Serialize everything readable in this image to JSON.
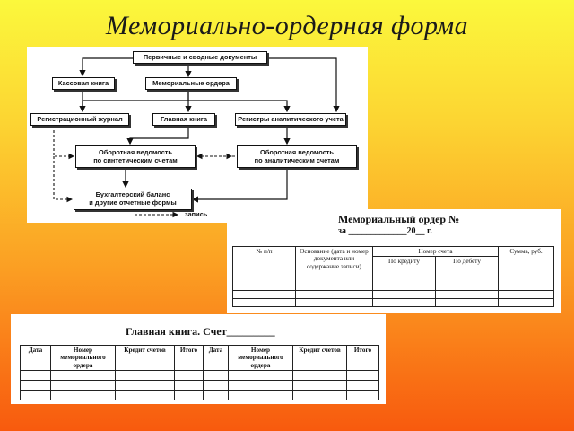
{
  "title": "Мемориально-ордерная форма",
  "flowchart": {
    "nodes": {
      "primary": "Первичные и сводные документы",
      "cash_book": "Кассовая книга",
      "memorial_orders": "Мемориальные ордера",
      "registration_journal": "Регистрационный журнал",
      "general_ledger": "Главная книга",
      "analytic_registers": "Регистры аналитического учета",
      "synthetic_turnover_l1": "Оборотная ведомость",
      "synthetic_turnover_l2": "по синтетическим счетам",
      "analytic_turnover_l1": "Оборотная ведомость",
      "analytic_turnover_l2": "по аналитическим счетам",
      "balance_l1": "Бухгалтерский баланс",
      "balance_l2": "и другие отчетные формы"
    },
    "legend": "запись"
  },
  "memorial_order": {
    "title_line1": "Мемориальный ордер №",
    "title_line2": "за _____________20__ г.",
    "headers": {
      "num": "№ п/п",
      "basis": "Основание (дата и номер документа или содержание записи)",
      "account_number": "Номер счета",
      "credit": "По кредиту",
      "debit": "По дебету",
      "sum": "Сумма, руб."
    }
  },
  "general_ledger": {
    "title": "Главная книга. Счет_________",
    "headers": [
      "Дата",
      "Номер мемориального ордера",
      "Кредит счетов",
      "Итого",
      "Дата",
      "Номер мемориального ордера",
      "Кредит счетов",
      "Итого"
    ]
  }
}
